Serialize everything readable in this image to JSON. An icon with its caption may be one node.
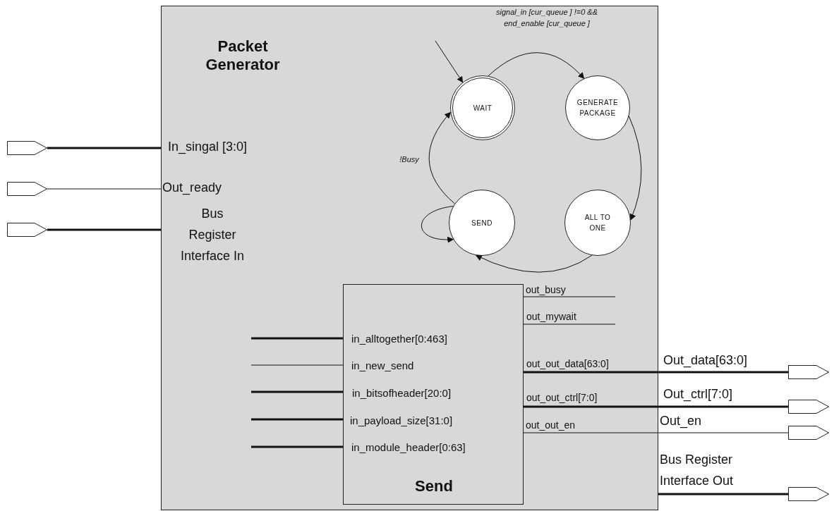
{
  "diagram": {
    "nodes": [
      {
        "text": [
          "Packet Generator"
        ]
      },
      {
        "text": [
          "WAIT"
        ],
        "in": 0
      },
      {
        "text": [
          "GENERATE PACKAGE"
        ],
        "in": 0
      },
      {
        "text": [
          "SEND"
        ],
        "in": 0
      },
      {
        "text": [
          "ALL TO ONE"
        ],
        "in": 0
      },
      {
        "text": [
          "in_alltogether[0:463]",
          "in_new_send",
          "in_bitsofheader[20:0]",
          "in_payload_size[31:0]",
          "in_module_header[0:63]",
          "Send"
        ],
        "in": 0
      },
      {
        "text": [],
        "shape": "pentagon"
      },
      {
        "text": [],
        "shape": "pentagon"
      },
      {
        "text": [],
        "shape": "pentagon"
      },
      {
        "text": [],
        "shape": "pentagon"
      },
      {
        "text": [],
        "shape": "pentagon"
      },
      {
        "text": [],
        "shape": "pentagon"
      },
      {
        "text": [],
        "shape": "pentagon"
      }
    ],
    "edges": [
      {
        "from": null,
        "to": 1,
        "arrow": "to"
      },
      {
        "from": 1,
        "to": 2,
        "arrow": "to",
        "label": "signal_in [cur_queue ] !=0 && end_enable [cur_queue ]"
      },
      {
        "from": 2,
        "to": 4,
        "arrow": "to"
      },
      {
        "from": 4,
        "to": 3,
        "arrow": "to"
      },
      {
        "from": 3,
        "to": 3,
        "arrow": "to"
      },
      {
        "from": 3,
        "to": 1,
        "arrow": "to",
        "label": "!Busy"
      },
      {
        "from": 6,
        "to": 0,
        "arrow": "none",
        "style": "thick"
      },
      {
        "from": 7,
        "to": 0,
        "arrow": "none"
      },
      {
        "from": 8,
        "to": 0,
        "arrow": "none",
        "style": "thick"
      },
      {
        "from": null,
        "to": 5,
        "arrow": "none",
        "style": "thick"
      },
      {
        "from": null,
        "to": 5,
        "arrow": "none"
      },
      {
        "from": null,
        "to": 5,
        "arrow": "none",
        "style": "thick"
      },
      {
        "from": null,
        "to": 5,
        "arrow": "none",
        "style": "thick"
      },
      {
        "from": null,
        "to": 5,
        "arrow": "none",
        "style": "thick"
      },
      {
        "from": 5,
        "to": null,
        "arrow": "none"
      },
      {
        "from": 5,
        "to": null,
        "arrow": "none"
      },
      {
        "from": 5,
        "to": 9,
        "arrow": "none",
        "style": "thick"
      },
      {
        "from": 5,
        "to": 10,
        "arrow": "none",
        "style": "thick"
      },
      {
        "from": 5,
        "to": 11,
        "arrow": "none"
      },
      {
        "from": 0,
        "to": 12,
        "arrow": "none",
        "style": "thick"
      }
    ],
    "labels": [
      "In_singal [3:0]",
      "Out_ready",
      "Bus Register Interface In",
      "out_busy",
      "out_mywait",
      "out_out_data[63:0]",
      "out_out_ctrl[7:0]",
      "out_out_en",
      "Out_data[63:0]",
      "Out_ctrl[7:0]",
      "Out_en",
      "Bus Register Interface Out"
    ]
  }
}
